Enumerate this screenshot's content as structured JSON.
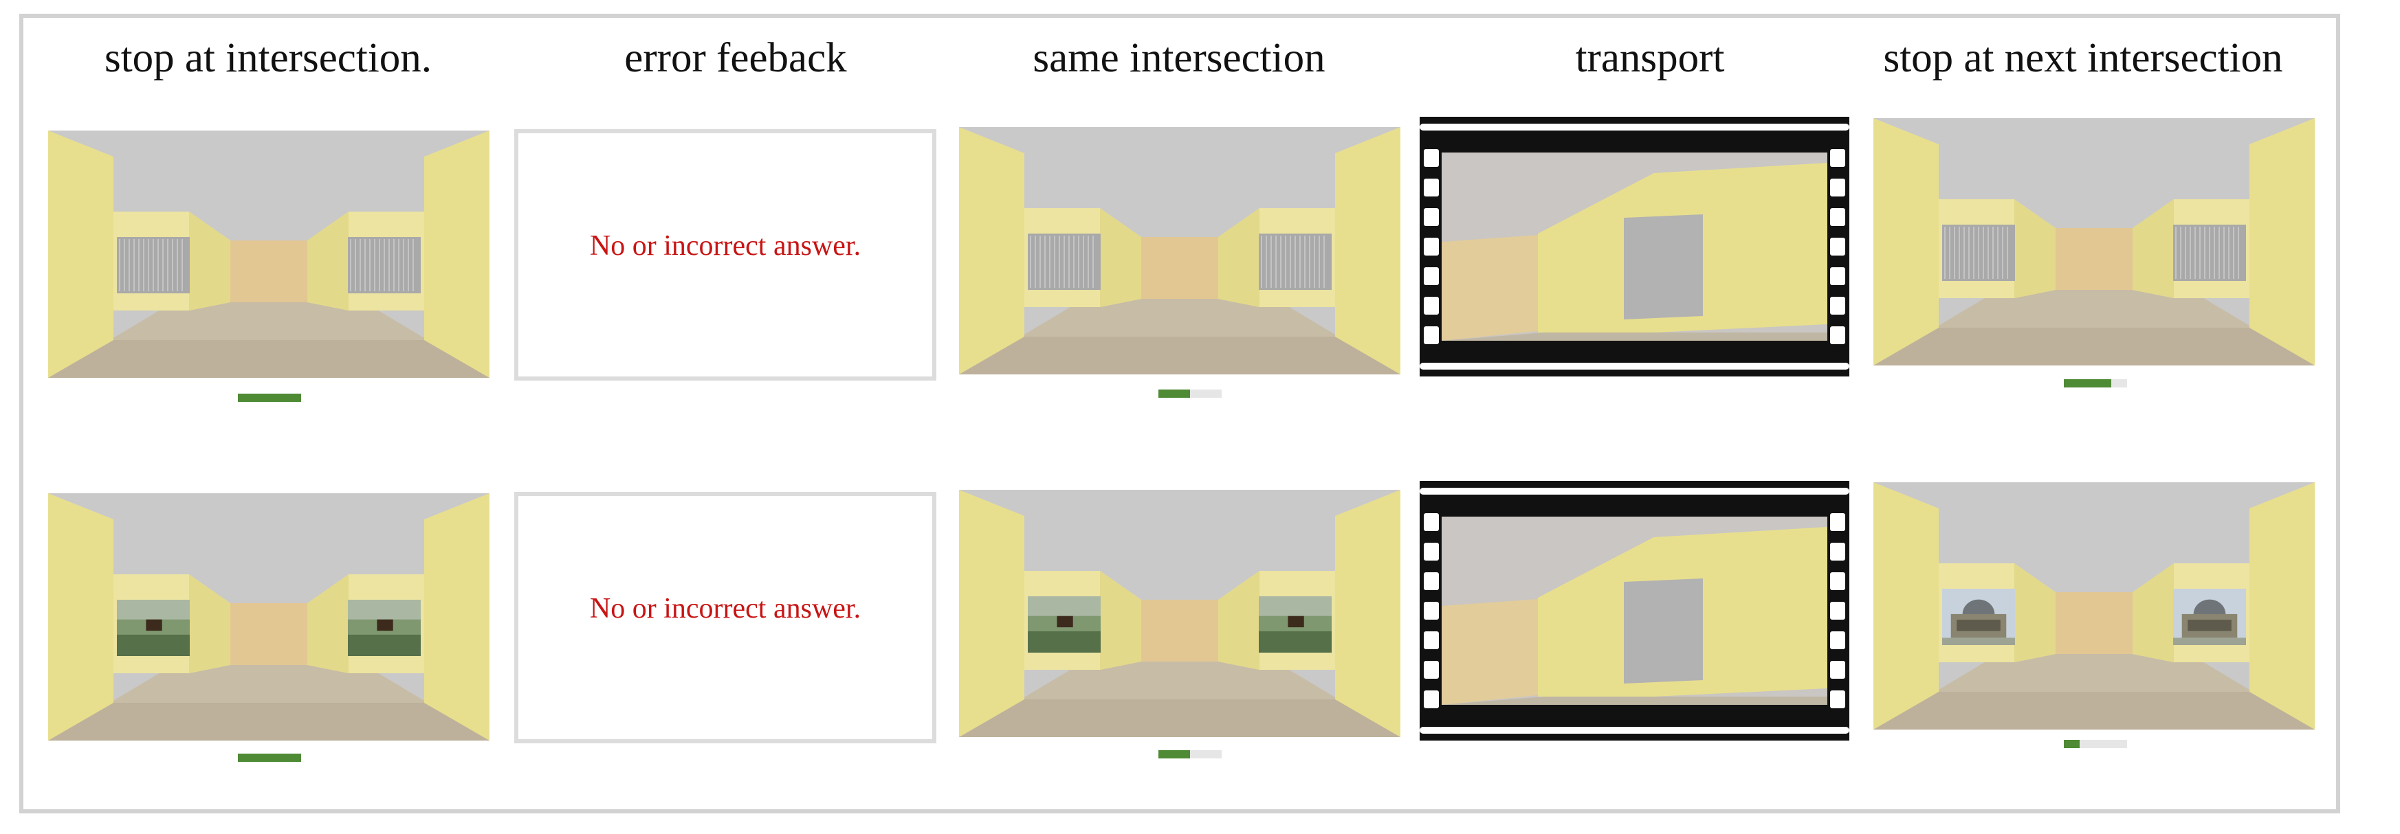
{
  "columns": [
    {
      "title": "stop at intersection."
    },
    {
      "title": "error feeback"
    },
    {
      "title": "same intersection"
    },
    {
      "title": "transport"
    },
    {
      "title": "stop at next intersection"
    }
  ],
  "feedback": {
    "row1_text": "No or incorrect answer.",
    "row2_text": "No or incorrect answer."
  },
  "colors": {
    "wall": "#e8df8e",
    "ceiling": "#c9c9c9",
    "floor": "#bdb19b",
    "back_wall": "#e2c793",
    "progress_fill": "#4f8a34",
    "error_text": "#c81414"
  },
  "progress": {
    "row1": [
      1.0,
      0.5,
      0.75
    ],
    "row2": [
      1.0,
      0.5,
      0.25
    ]
  },
  "icons": {
    "film": "filmstrip-frame-icon",
    "painting_row2_left": "landscape-painting-icon",
    "painting_row2_right": "domed-building-painting-icon"
  }
}
